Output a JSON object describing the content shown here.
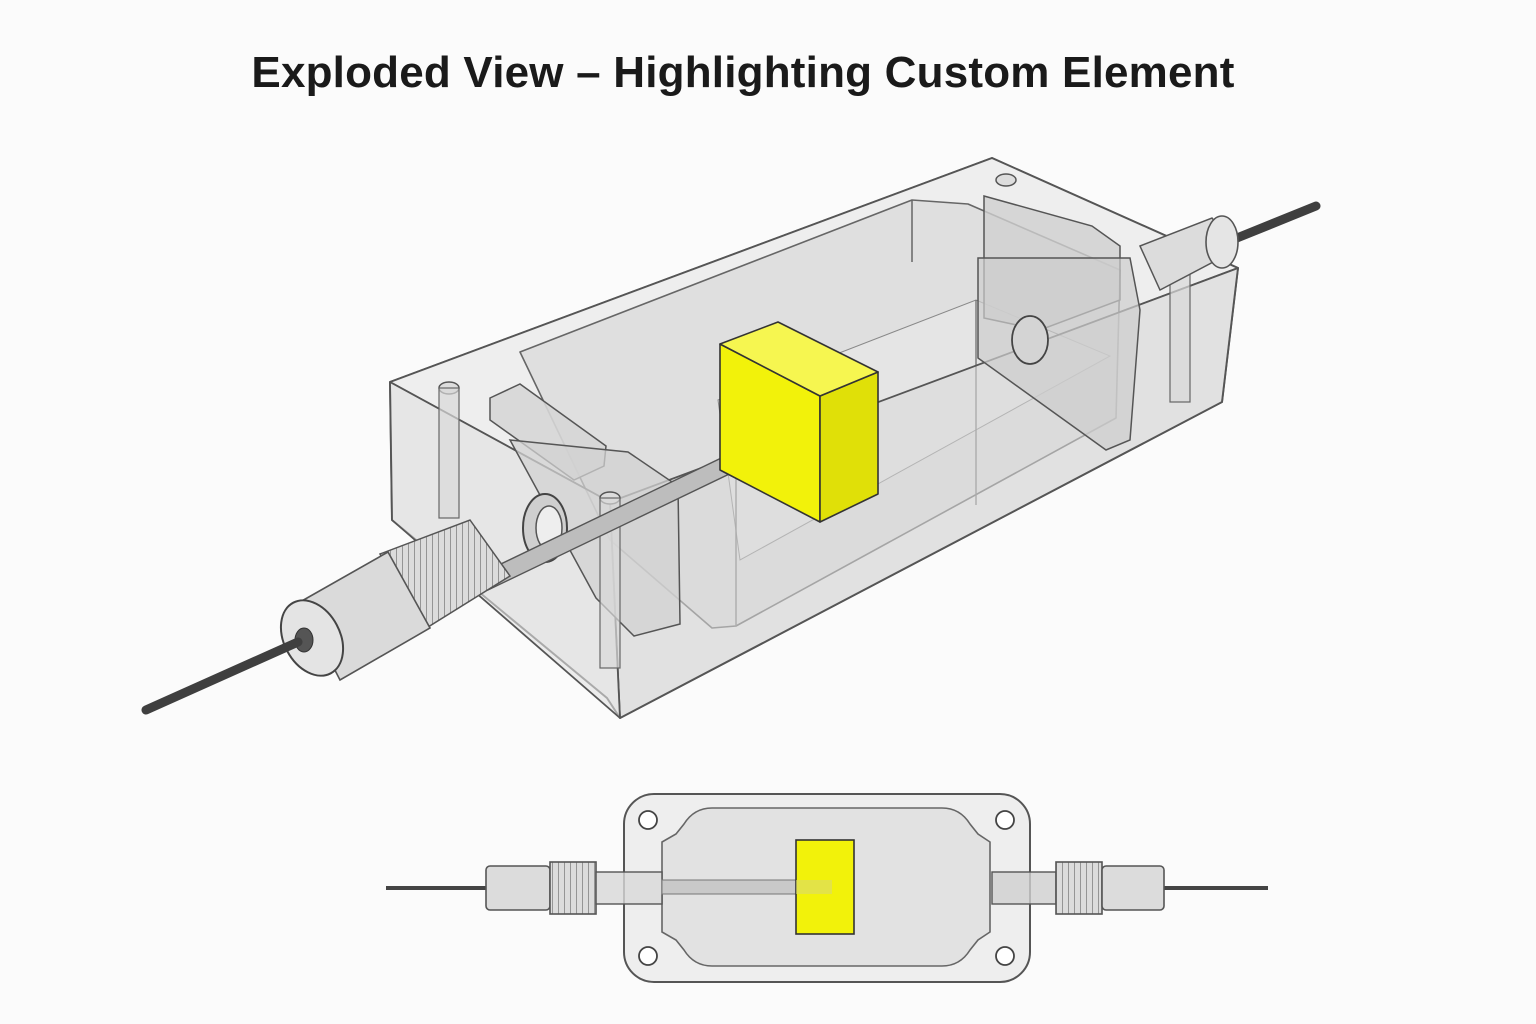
{
  "title": "Exploded View – Highlighting Custom Element",
  "colors": {
    "highlight": "#f2f20a",
    "highlight_side": "#dede08",
    "highlight_top": "#f7f76a",
    "housing_fill": "#e6e6e6",
    "outline": "#555555",
    "cable": "#4a4a4a",
    "background": "#fbfbfb"
  },
  "views": [
    {
      "name": "isometric-exploded-view",
      "parts": [
        "housing",
        "custom-element",
        "shaft",
        "left-threaded-connector",
        "right-connector",
        "left-cable",
        "right-cable"
      ]
    },
    {
      "name": "top-view",
      "parts": [
        "housing",
        "custom-element",
        "shaft",
        "left-threaded-connector",
        "right-threaded-connector",
        "left-cable",
        "right-cable",
        "mounting-holes"
      ]
    }
  ]
}
